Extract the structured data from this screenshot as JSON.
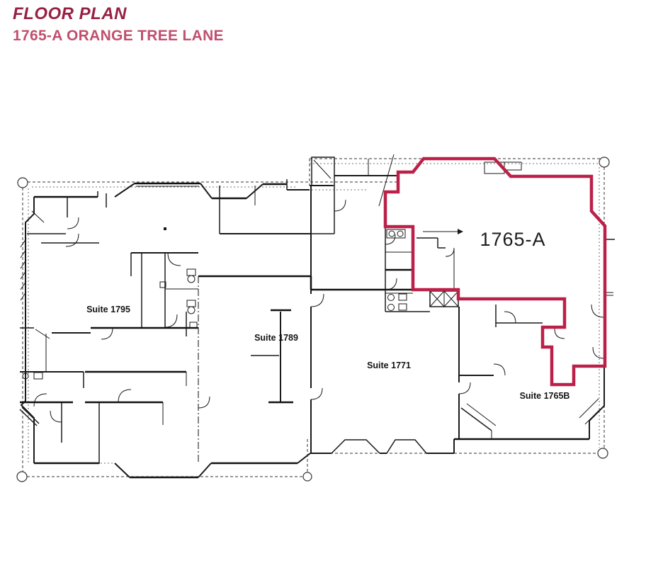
{
  "header": {
    "title": "FLOOR PLAN",
    "subtitle": "1765-A ORANGE TREE LANE"
  },
  "plan": {
    "highlight_label": "1765-A",
    "suite_labels": {
      "s1795": "Suite 1795",
      "s1789": "Suite 1789",
      "s1771": "Suite 1771",
      "s1765b": "Suite 1765B"
    },
    "colors": {
      "title_text": "#962144",
      "subtitle_text": "#C14F6E",
      "highlight_outline": "#BC2049",
      "plan_lines": "#1A1A1A"
    }
  }
}
